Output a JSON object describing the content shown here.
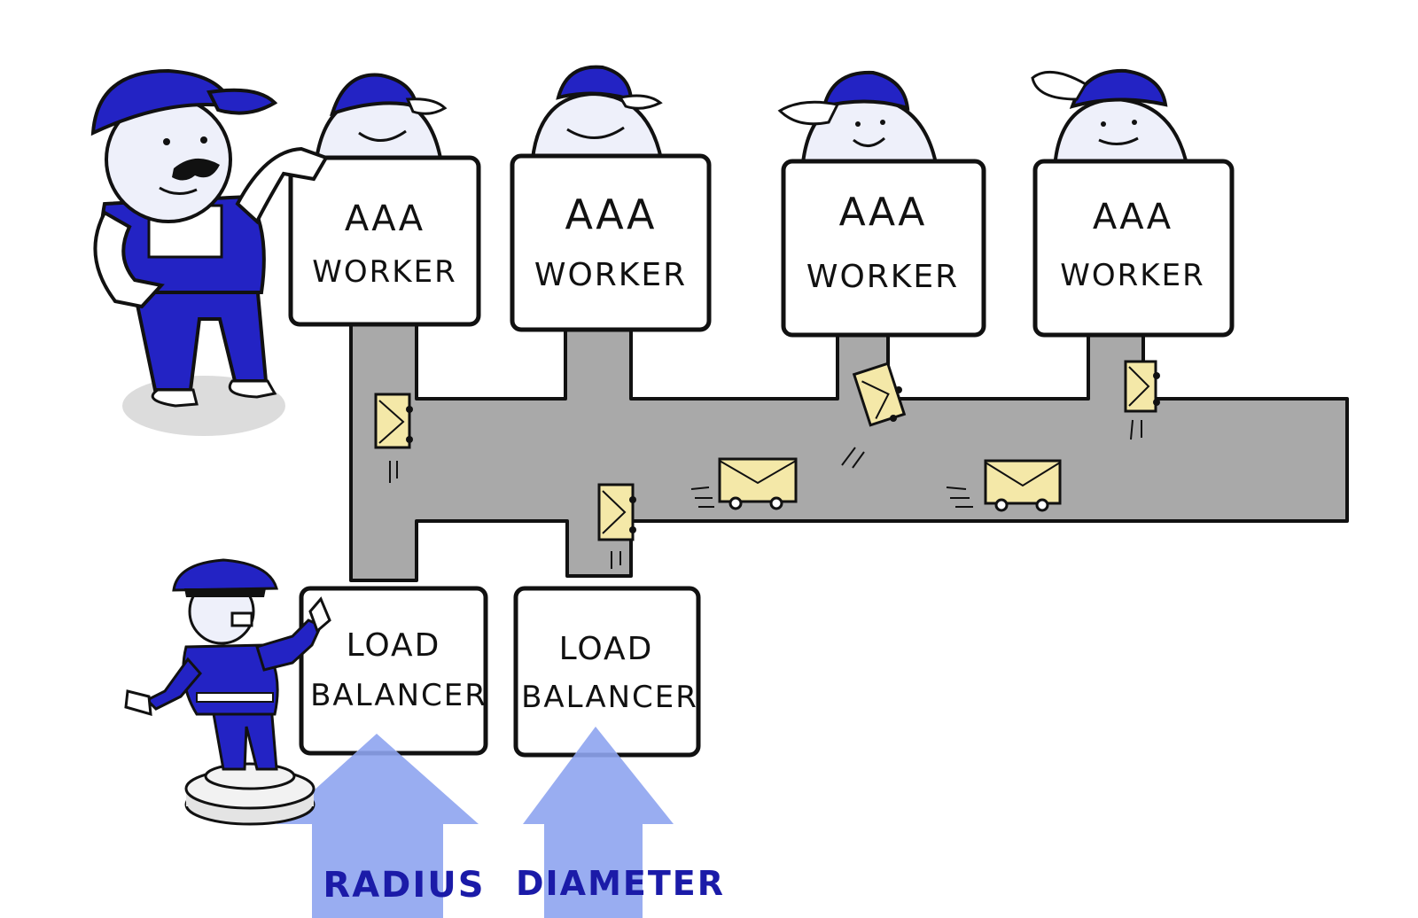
{
  "workers": [
    {
      "line1": "AAA",
      "line2": "WORKER"
    },
    {
      "line1": "AAA",
      "line2": "WORKER"
    },
    {
      "line1": "AAA",
      "line2": "WORKER"
    },
    {
      "line1": "AAA",
      "line2": "WORKER"
    }
  ],
  "load_balancers": [
    {
      "line1": "LOAD",
      "line2": "BALANCER"
    },
    {
      "line1": "LOAD",
      "line2": "BALANCER"
    }
  ],
  "protocols": [
    {
      "label": "RADIUS"
    },
    {
      "label": "DIAMETER"
    }
  ],
  "colors": {
    "pipe": "#a9a9a9",
    "outline": "#111111",
    "box_fill": "#ffffff",
    "cap_blue": "#2323c4",
    "arrow_blue": "#8ea4ef",
    "envelope": "#f4e8a8",
    "label_blue": "#1b1ba8"
  }
}
